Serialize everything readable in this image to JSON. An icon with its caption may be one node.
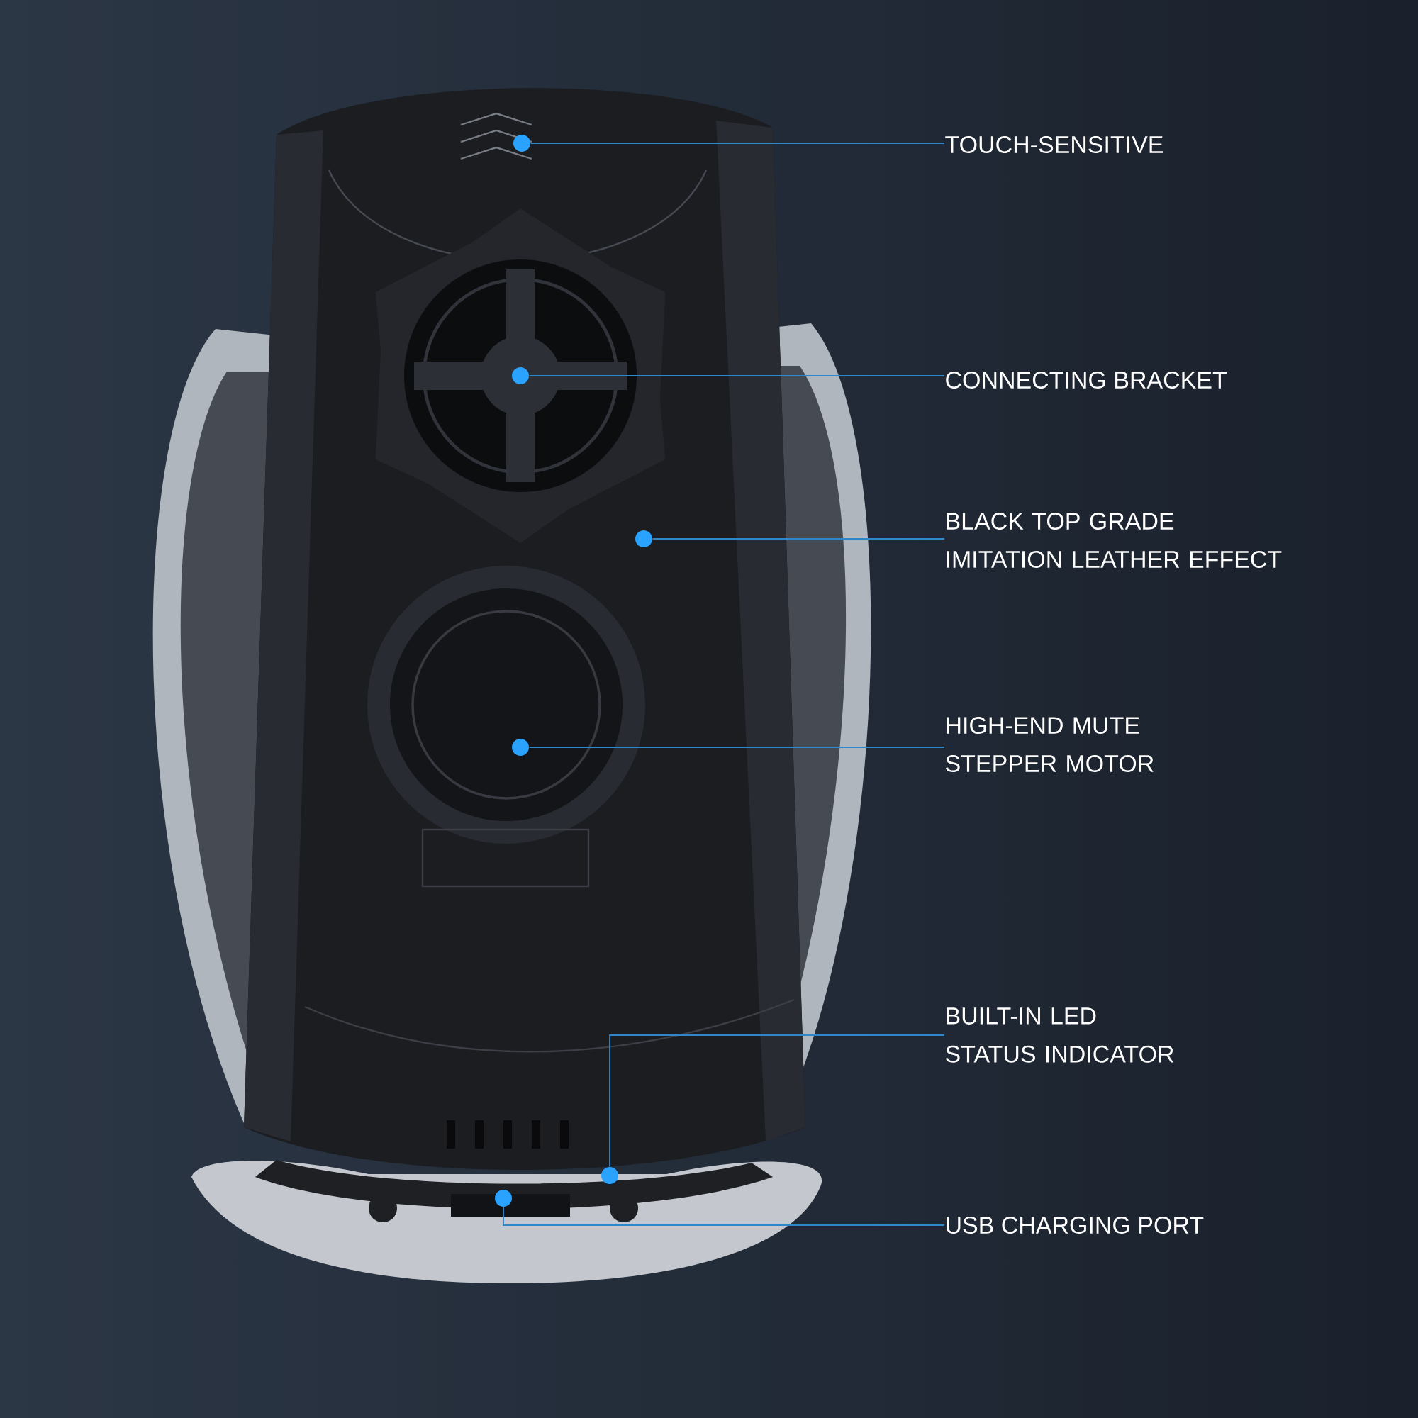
{
  "diagram": {
    "nodes": [
      {
        "text": [
          "TOUCH-SENSITIVE"
        ]
      },
      {
        "text": [
          "CONNECTING BRACKET"
        ]
      },
      {
        "text": [
          "BLACK TOP GRADE IMITATION LEATHER EFFECT"
        ]
      },
      {
        "text": [
          "HIGH-END MUTE STEPPER MOTOR"
        ]
      },
      {
        "text": [
          "BUILT-IN LED STATUS INDICATOR"
        ]
      },
      {
        "text": [
          "USB CHARGING PORT"
        ]
      },
      {
        "text": [],
        "shape": "circle"
      },
      {
        "text": [],
        "shape": "circle"
      },
      {
        "text": [],
        "shape": "circle"
      },
      {
        "text": [],
        "shape": "circle"
      },
      {
        "text": [],
        "shape": "circle"
      },
      {
        "text": [],
        "shape": "circle"
      }
    ],
    "edges": [
      {
        "from": 0,
        "to": 6,
        "arrow": "none"
      },
      {
        "from": 1,
        "to": 7,
        "arrow": "none"
      },
      {
        "from": 2,
        "to": 8,
        "arrow": "none"
      },
      {
        "from": 3,
        "to": 9,
        "arrow": "none"
      },
      {
        "from": 4,
        "to": 10,
        "arrow": "none"
      },
      {
        "from": 5,
        "to": 11,
        "arrow": "none"
      }
    ]
  }
}
